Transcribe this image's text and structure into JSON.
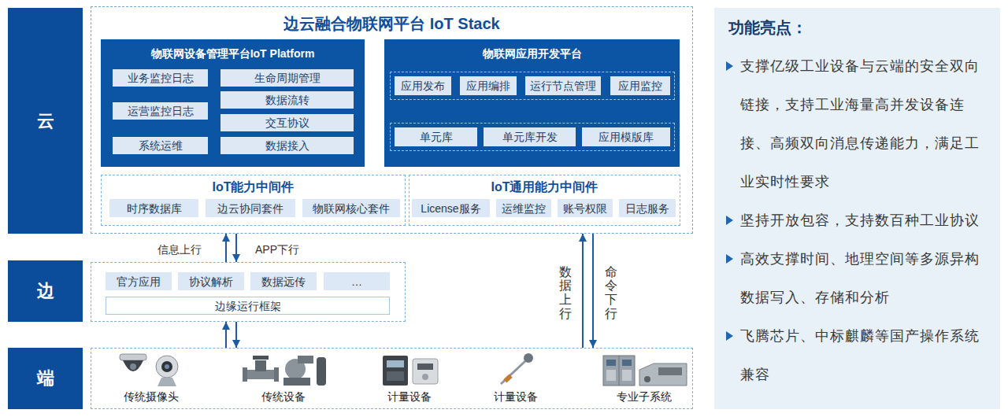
{
  "diagram": {
    "nodes": [
      {
        "text": [
          "云"
        ]
      },
      {
        "text": [
          "边"
        ]
      },
      {
        "text": [
          "端"
        ]
      },
      {
        "text": [
          "边云融合物联网平台 IoT Stack"
        ]
      },
      {
        "text": [
          "物联网设备管理平台IoT Platform"
        ],
        "in": 3
      },
      {
        "text": [
          "业务监控日志"
        ],
        "in": 4
      },
      {
        "text": [
          "运营监控日志"
        ],
        "in": 4
      },
      {
        "text": [
          "系统运维"
        ],
        "in": 4
      },
      {
        "text": [
          "生命周期管理"
        ],
        "in": 4
      },
      {
        "text": [
          "数据流转"
        ],
        "in": 4
      },
      {
        "text": [
          "交互协议"
        ],
        "in": 4
      },
      {
        "text": [
          "数据接入"
        ],
        "in": 4
      },
      {
        "text": [
          "物联网应用开发平台"
        ],
        "in": 3
      },
      {
        "text": [
          "应用发布"
        ],
        "in": 12
      },
      {
        "text": [
          "应用编排"
        ],
        "in": 12
      },
      {
        "text": [
          "运行节点管理"
        ],
        "in": 12
      },
      {
        "text": [
          "应用监控"
        ],
        "in": 12
      },
      {
        "text": [
          "单元库"
        ],
        "in": 12
      },
      {
        "text": [
          "单元库开发"
        ],
        "in": 12
      },
      {
        "text": [
          "应用模版库"
        ],
        "in": 12
      },
      {
        "text": [
          "IoT能力中间件"
        ],
        "in": 3
      },
      {
        "text": [
          "时序数据库"
        ],
        "in": 20
      },
      {
        "text": [
          "边云协同套件"
        ],
        "in": 20
      },
      {
        "text": [
          "物联网核心套件"
        ],
        "in": 20
      },
      {
        "text": [
          "IoT通用能力中间件"
        ],
        "in": 3
      },
      {
        "text": [
          "License服务"
        ],
        "in": 24
      },
      {
        "text": [
          "运维监控"
        ],
        "in": 24
      },
      {
        "text": [
          "账号权限"
        ],
        "in": 24
      },
      {
        "text": [
          "日志服务"
        ],
        "in": 24
      },
      {
        "text": []
      },
      {
        "text": [
          "官方应用"
        ],
        "in": 29
      },
      {
        "text": [
          "协议解析"
        ],
        "in": 29
      },
      {
        "text": [
          "数据远传"
        ],
        "in": 29
      },
      {
        "text": [
          "…"
        ],
        "in": 29
      },
      {
        "text": [
          "边缘运行框架"
        ],
        "in": 29
      },
      {
        "text": []
      },
      {
        "text": [
          "功能亮点：",
          "支撑亿级工业设备与云端的安全双向 链接，支持工业海量高并发设备连 接、高频双向消息传递能力，满足工 业实时性要求",
          "坚持开放包容，支持数百种工业协议",
          "高效支撑时间、地理空间等多源异构 数据写入、存储和分析",
          "飞腾芯片、中标麒麟等国产操作系统 兼容"
        ]
      }
    ],
    "edges": [
      {
        "from": 29,
        "to": 3,
        "arrow": "to",
        "label": "信息上行"
      },
      {
        "from": 3,
        "to": 29,
        "arrow": "to",
        "label": "APP下行"
      },
      {
        "from": 35,
        "to": 29,
        "arrow": "to"
      },
      {
        "from": 29,
        "to": 35,
        "arrow": "to"
      },
      {
        "from": 35,
        "to": 3,
        "arrow": "to",
        "label": "数据上行"
      },
      {
        "from": 3,
        "to": 35,
        "arrow": "to",
        "label": "命令下行"
      }
    ],
    "labels": [
      "传统摄像头",
      "传统设备",
      "计量设备",
      "计量设备",
      "专业子系统"
    ]
  }
}
